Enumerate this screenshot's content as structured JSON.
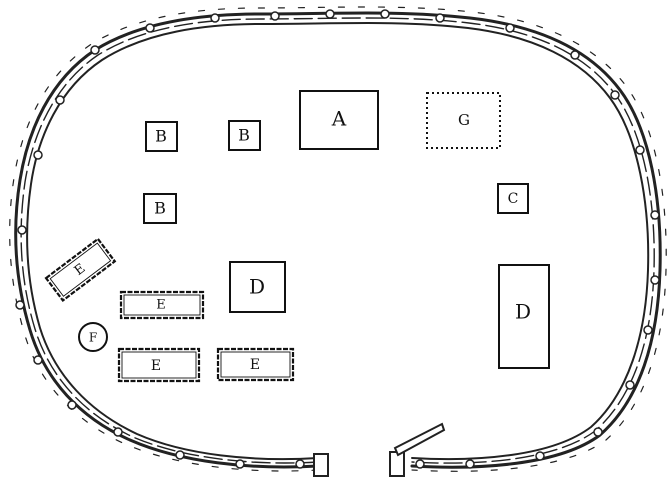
{
  "colors": {
    "ink": "#111111",
    "paper": "#ffffff",
    "fence_strand": "#222222"
  },
  "enclosure": {
    "description_icon": "braided-fence-enclosure",
    "gap": "entrance-gap-bottom"
  },
  "labels": {
    "A": "A",
    "B1": "B",
    "B2": "B",
    "B3": "B",
    "C": "C",
    "D1": "D",
    "D2": "D",
    "E_tilted": "E",
    "E1": "E",
    "E2": "E",
    "E3": "E",
    "F": "F",
    "G": "G"
  }
}
